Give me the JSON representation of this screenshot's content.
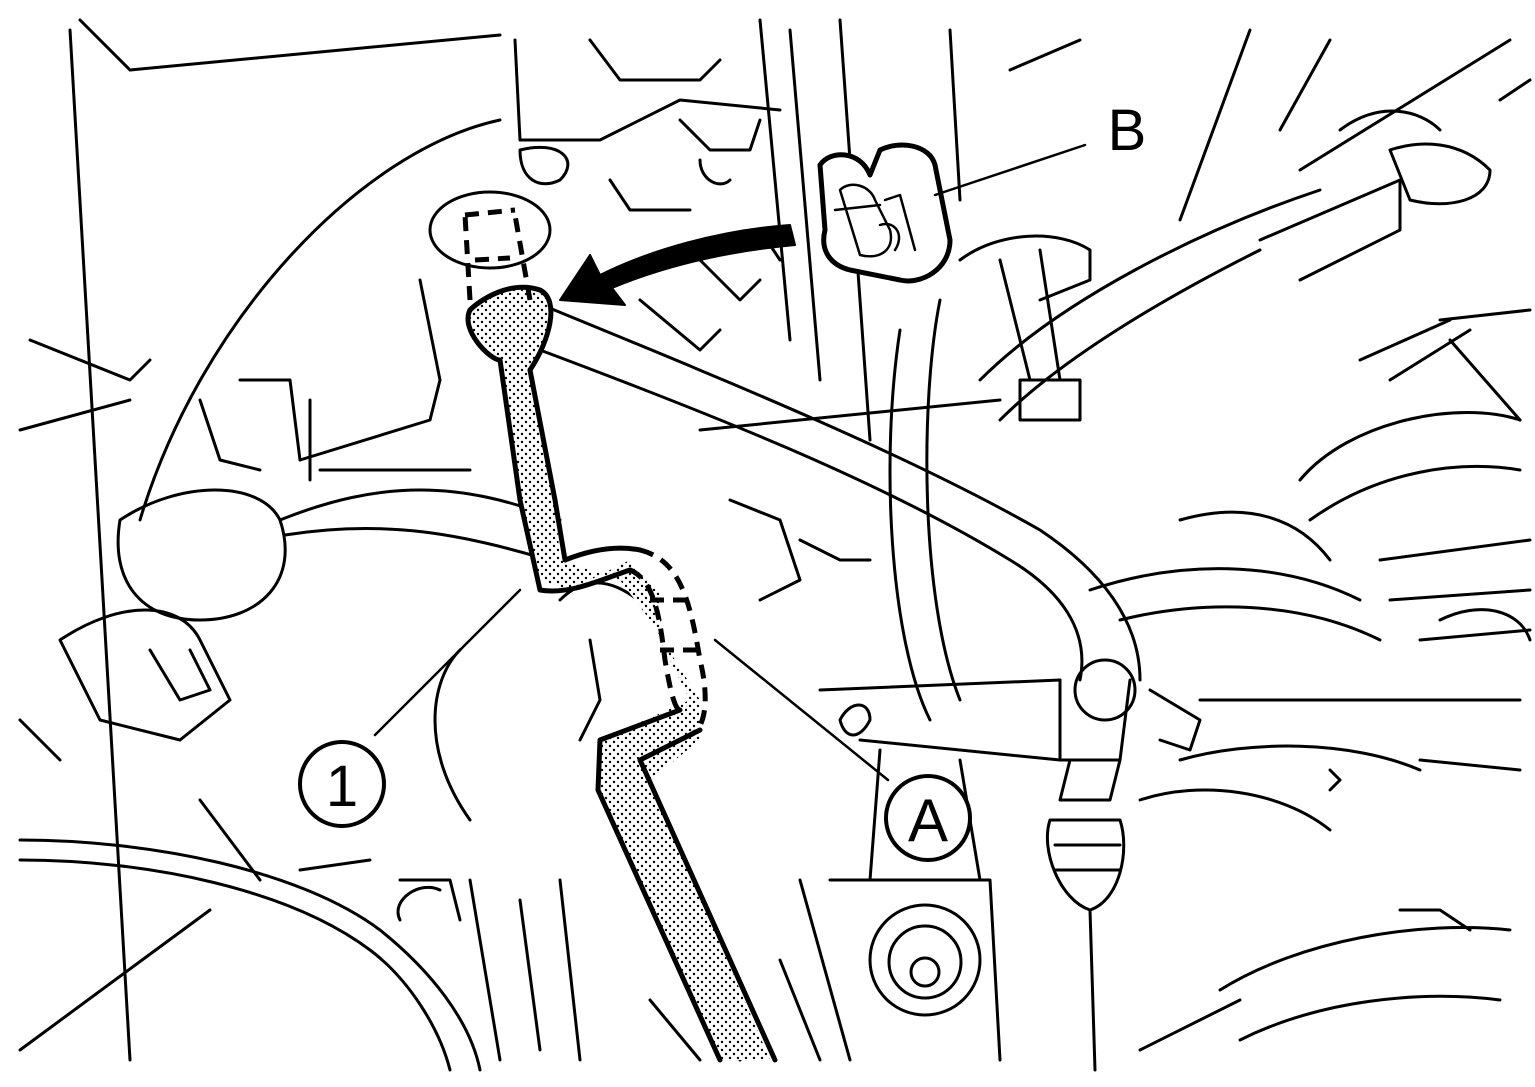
{
  "callouts": {
    "item_1": "1",
    "point_a": "A",
    "point_b": "B"
  },
  "colors": {
    "line": "#000000",
    "background": "#ffffff",
    "highlight_pattern": "stippled"
  }
}
